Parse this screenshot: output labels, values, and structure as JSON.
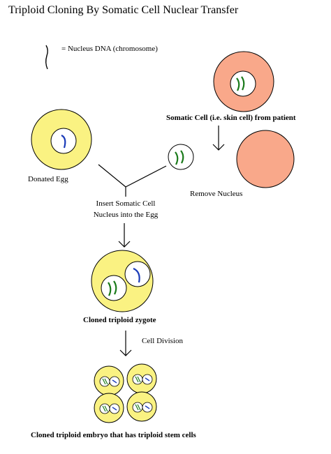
{
  "title": "Triploid Cloning By Somatic Cell Nuclear Transfer",
  "legend": {
    "text": "= Nucleus DNA (chromosome)"
  },
  "labels": {
    "somatic_cell": "Somatic Cell (i.e. skin cell) from patient",
    "donated_egg": "Donated Egg",
    "remove_nucleus": "Remove Nucleus",
    "insert_line1": "Insert Somatic Cell",
    "insert_line2": "Nucleus into the Egg",
    "cloned_zygote": "Cloned triploid zygote",
    "cell_division": "Cell Division",
    "cloned_embryo": "Cloned triploid embryo that has triploid stem cells"
  },
  "colors": {
    "somatic_cell": "#f9a88a",
    "egg_cell": "#faf282",
    "nucleus": "#ffffff",
    "somatic_chromosome": "#1a7a1a",
    "egg_chromosome": "#1a3bb8",
    "outline": "#000000"
  }
}
